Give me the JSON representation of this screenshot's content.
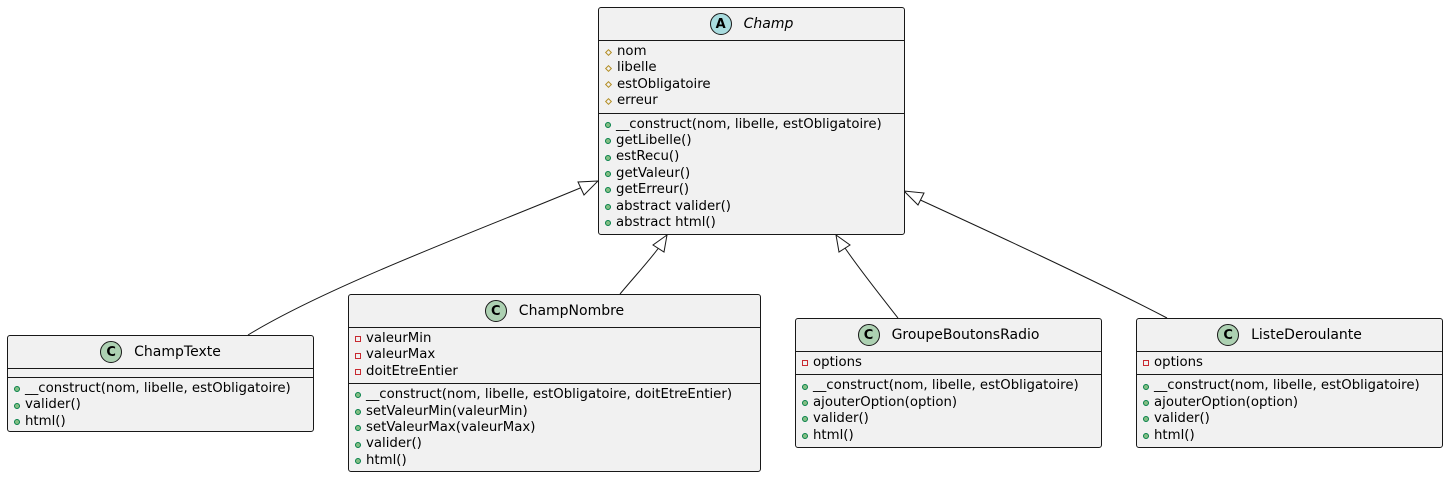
{
  "diagram": {
    "classes": [
      {
        "id": "champ",
        "name": "Champ",
        "kind": "abstract",
        "stereotype_letter": "A",
        "fields": [
          {
            "visibility": "protected",
            "text": "nom"
          },
          {
            "visibility": "protected",
            "text": "libelle"
          },
          {
            "visibility": "protected",
            "text": "estObligatoire"
          },
          {
            "visibility": "protected",
            "text": "erreur"
          }
        ],
        "methods": [
          {
            "visibility": "public",
            "text": "__construct(nom, libelle, estObligatoire)"
          },
          {
            "visibility": "public",
            "text": "getLibelle()"
          },
          {
            "visibility": "public",
            "text": "estRecu()"
          },
          {
            "visibility": "public",
            "text": "getValeur()"
          },
          {
            "visibility": "public",
            "text": "getErreur()"
          },
          {
            "visibility": "public",
            "text": "abstract valider()"
          },
          {
            "visibility": "public",
            "text": "abstract html()"
          }
        ]
      },
      {
        "id": "champtexte",
        "name": "ChampTexte",
        "kind": "class",
        "stereotype_letter": "C",
        "fields": [],
        "methods": [
          {
            "visibility": "public",
            "text": "__construct(nom, libelle, estObligatoire)"
          },
          {
            "visibility": "public",
            "text": "valider()"
          },
          {
            "visibility": "public",
            "text": "html()"
          }
        ]
      },
      {
        "id": "champnombre",
        "name": "ChampNombre",
        "kind": "class",
        "stereotype_letter": "C",
        "fields": [
          {
            "visibility": "private",
            "text": "valeurMin"
          },
          {
            "visibility": "private",
            "text": "valeurMax"
          },
          {
            "visibility": "private",
            "text": "doitEtreEntier"
          }
        ],
        "methods": [
          {
            "visibility": "public",
            "text": "__construct(nom, libelle, estObligatoire, doitEtreEntier)"
          },
          {
            "visibility": "public",
            "text": "setValeurMin(valeurMin)"
          },
          {
            "visibility": "public",
            "text": "setValeurMax(valeurMax)"
          },
          {
            "visibility": "public",
            "text": "valider()"
          },
          {
            "visibility": "public",
            "text": "html()"
          }
        ]
      },
      {
        "id": "groupeboutonsradio",
        "name": "GroupeBoutonsRadio",
        "kind": "class",
        "stereotype_letter": "C",
        "fields": [
          {
            "visibility": "private",
            "text": "options"
          }
        ],
        "methods": [
          {
            "visibility": "public",
            "text": "__construct(nom, libelle, estObligatoire)"
          },
          {
            "visibility": "public",
            "text": "ajouterOption(option)"
          },
          {
            "visibility": "public",
            "text": "valider()"
          },
          {
            "visibility": "public",
            "text": "html()"
          }
        ]
      },
      {
        "id": "listederoulante",
        "name": "ListeDeroulante",
        "kind": "class",
        "stereotype_letter": "C",
        "fields": [
          {
            "visibility": "private",
            "text": "options"
          }
        ],
        "methods": [
          {
            "visibility": "public",
            "text": "__construct(nom, libelle, estObligatoire)"
          },
          {
            "visibility": "public",
            "text": "ajouterOption(option)"
          },
          {
            "visibility": "public",
            "text": "valider()"
          },
          {
            "visibility": "public",
            "text": "html()"
          }
        ]
      }
    ],
    "inheritance": [
      {
        "from": "champtexte",
        "to": "champ"
      },
      {
        "from": "champnombre",
        "to": "champ"
      },
      {
        "from": "groupeboutonsradio",
        "to": "champ"
      },
      {
        "from": "listederoulante",
        "to": "champ"
      }
    ],
    "colors": {
      "class_fill": "#f1f1f1",
      "border": "#181818",
      "abstract_badge": "#a9dcdf",
      "class_badge": "#add1b2",
      "protected": "#b38d22",
      "private": "#c82930",
      "public": "#038048"
    }
  }
}
